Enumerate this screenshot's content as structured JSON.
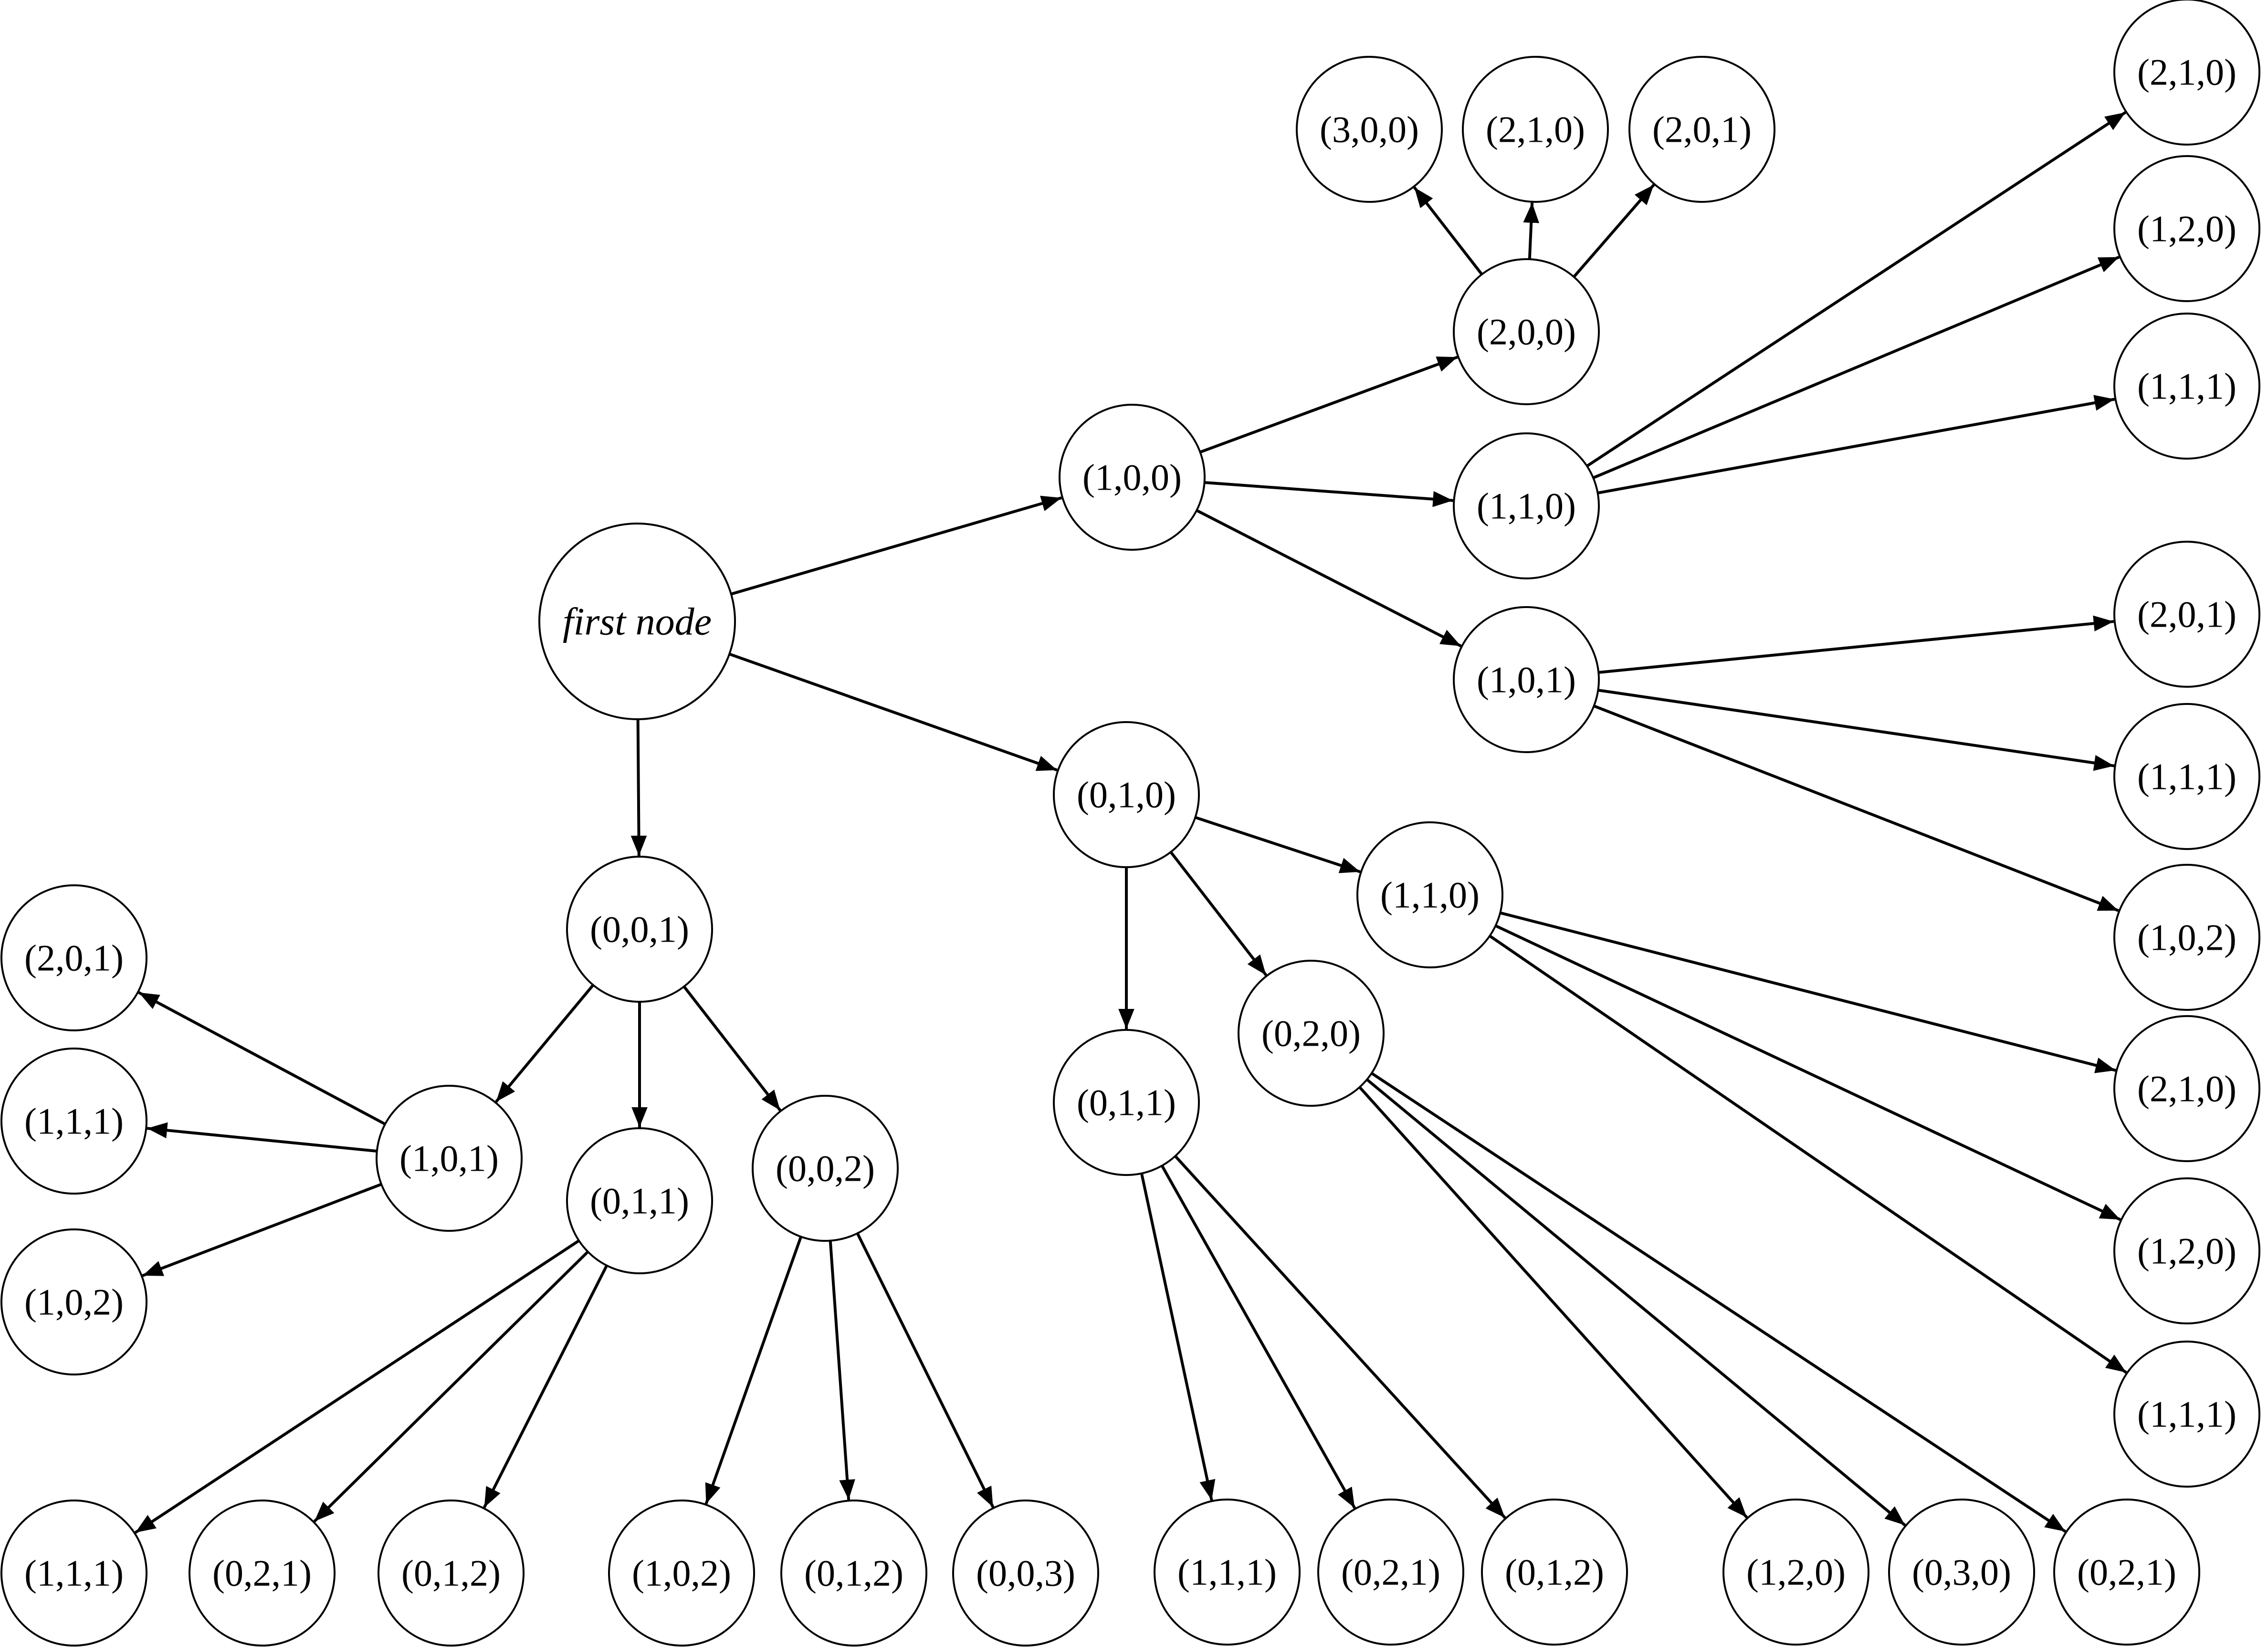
{
  "nodes": [
    {
      "id": "n-root",
      "label": "first node"
    },
    {
      "id": "n-100",
      "label": "(1,0,0)"
    },
    {
      "id": "n-010",
      "label": "(0,1,0)"
    },
    {
      "id": "n-001",
      "label": "(0,0,1)"
    },
    {
      "id": "n-200",
      "label": "(2,0,0)"
    },
    {
      "id": "n-110-a",
      "label": "(1,1,0)"
    },
    {
      "id": "n-101-a",
      "label": "(1,0,1)"
    },
    {
      "id": "n-300",
      "label": "(3,0,0)"
    },
    {
      "id": "n-210-top",
      "label": "(2,1,0)"
    },
    {
      "id": "n-201-top",
      "label": "(2,0,1)"
    },
    {
      "id": "n-210-r1",
      "label": "(2,1,0)"
    },
    {
      "id": "n-120-r1",
      "label": "(1,2,0)"
    },
    {
      "id": "n-111-r1",
      "label": "(1,1,1)"
    },
    {
      "id": "n-201-r2",
      "label": "(2,0,1)"
    },
    {
      "id": "n-111-r2",
      "label": "(1,1,1)"
    },
    {
      "id": "n-102-r2",
      "label": "(1,0,2)"
    },
    {
      "id": "n-110-b",
      "label": "(1,1,0)"
    },
    {
      "id": "n-020",
      "label": "(0,2,0)"
    },
    {
      "id": "n-011-b",
      "label": "(0,1,1)"
    },
    {
      "id": "n-210-r3",
      "label": "(2,1,0)"
    },
    {
      "id": "n-120-r3",
      "label": "(1,2,0)"
    },
    {
      "id": "n-111-r3",
      "label": "(1,1,1)"
    },
    {
      "id": "n-111-b1",
      "label": "(1,1,1)"
    },
    {
      "id": "n-021-b1",
      "label": "(0,2,1)"
    },
    {
      "id": "n-012-b1",
      "label": "(0,1,2)"
    },
    {
      "id": "n-120-b2",
      "label": "(1,2,0)"
    },
    {
      "id": "n-030-b2",
      "label": "(0,3,0)"
    },
    {
      "id": "n-021-b2",
      "label": "(0,2,1)"
    },
    {
      "id": "n-101-c",
      "label": "(1,0,1)"
    },
    {
      "id": "n-011-c",
      "label": "(0,1,1)"
    },
    {
      "id": "n-002",
      "label": "(0,0,2)"
    },
    {
      "id": "n-201-l",
      "label": "(2,0,1)"
    },
    {
      "id": "n-111-l",
      "label": "(1,1,1)"
    },
    {
      "id": "n-102-l",
      "label": "(1,0,2)"
    },
    {
      "id": "n-111-lb",
      "label": "(1,1,1)"
    },
    {
      "id": "n-021-lb",
      "label": "(0,2,1)"
    },
    {
      "id": "n-012-lb",
      "label": "(0,1,2)"
    },
    {
      "id": "n-102-mb",
      "label": "(1,0,2)"
    },
    {
      "id": "n-012-mb",
      "label": "(0,1,2)"
    },
    {
      "id": "n-003-mb",
      "label": "(0,0,3)"
    }
  ],
  "edges": [
    {
      "from": "n-root",
      "to": "n-100"
    },
    {
      "from": "n-root",
      "to": "n-010"
    },
    {
      "from": "n-root",
      "to": "n-001"
    },
    {
      "from": "n-100",
      "to": "n-200"
    },
    {
      "from": "n-100",
      "to": "n-110-a"
    },
    {
      "from": "n-100",
      "to": "n-101-a"
    },
    {
      "from": "n-200",
      "to": "n-300"
    },
    {
      "from": "n-200",
      "to": "n-210-top"
    },
    {
      "from": "n-200",
      "to": "n-201-top"
    },
    {
      "from": "n-110-a",
      "to": "n-210-r1"
    },
    {
      "from": "n-110-a",
      "to": "n-120-r1"
    },
    {
      "from": "n-110-a",
      "to": "n-111-r1"
    },
    {
      "from": "n-101-a",
      "to": "n-201-r2"
    },
    {
      "from": "n-101-a",
      "to": "n-111-r2"
    },
    {
      "from": "n-101-a",
      "to": "n-102-r2"
    },
    {
      "from": "n-010",
      "to": "n-110-b"
    },
    {
      "from": "n-010",
      "to": "n-020"
    },
    {
      "from": "n-010",
      "to": "n-011-b"
    },
    {
      "from": "n-110-b",
      "to": "n-210-r3"
    },
    {
      "from": "n-110-b",
      "to": "n-120-r3"
    },
    {
      "from": "n-110-b",
      "to": "n-111-r3"
    },
    {
      "from": "n-011-b",
      "to": "n-111-b1"
    },
    {
      "from": "n-011-b",
      "to": "n-021-b1"
    },
    {
      "from": "n-011-b",
      "to": "n-012-b1"
    },
    {
      "from": "n-020",
      "to": "n-120-b2"
    },
    {
      "from": "n-020",
      "to": "n-030-b2"
    },
    {
      "from": "n-020",
      "to": "n-021-b2"
    },
    {
      "from": "n-001",
      "to": "n-101-c"
    },
    {
      "from": "n-001",
      "to": "n-011-c"
    },
    {
      "from": "n-001",
      "to": "n-002"
    },
    {
      "from": "n-101-c",
      "to": "n-201-l"
    },
    {
      "from": "n-101-c",
      "to": "n-111-l"
    },
    {
      "from": "n-101-c",
      "to": "n-102-l"
    },
    {
      "from": "n-011-c",
      "to": "n-111-lb"
    },
    {
      "from": "n-011-c",
      "to": "n-021-lb"
    },
    {
      "from": "n-011-c",
      "to": "n-012-lb"
    },
    {
      "from": "n-002",
      "to": "n-102-mb"
    },
    {
      "from": "n-002",
      "to": "n-012-mb"
    },
    {
      "from": "n-002",
      "to": "n-003-mb"
    }
  ]
}
